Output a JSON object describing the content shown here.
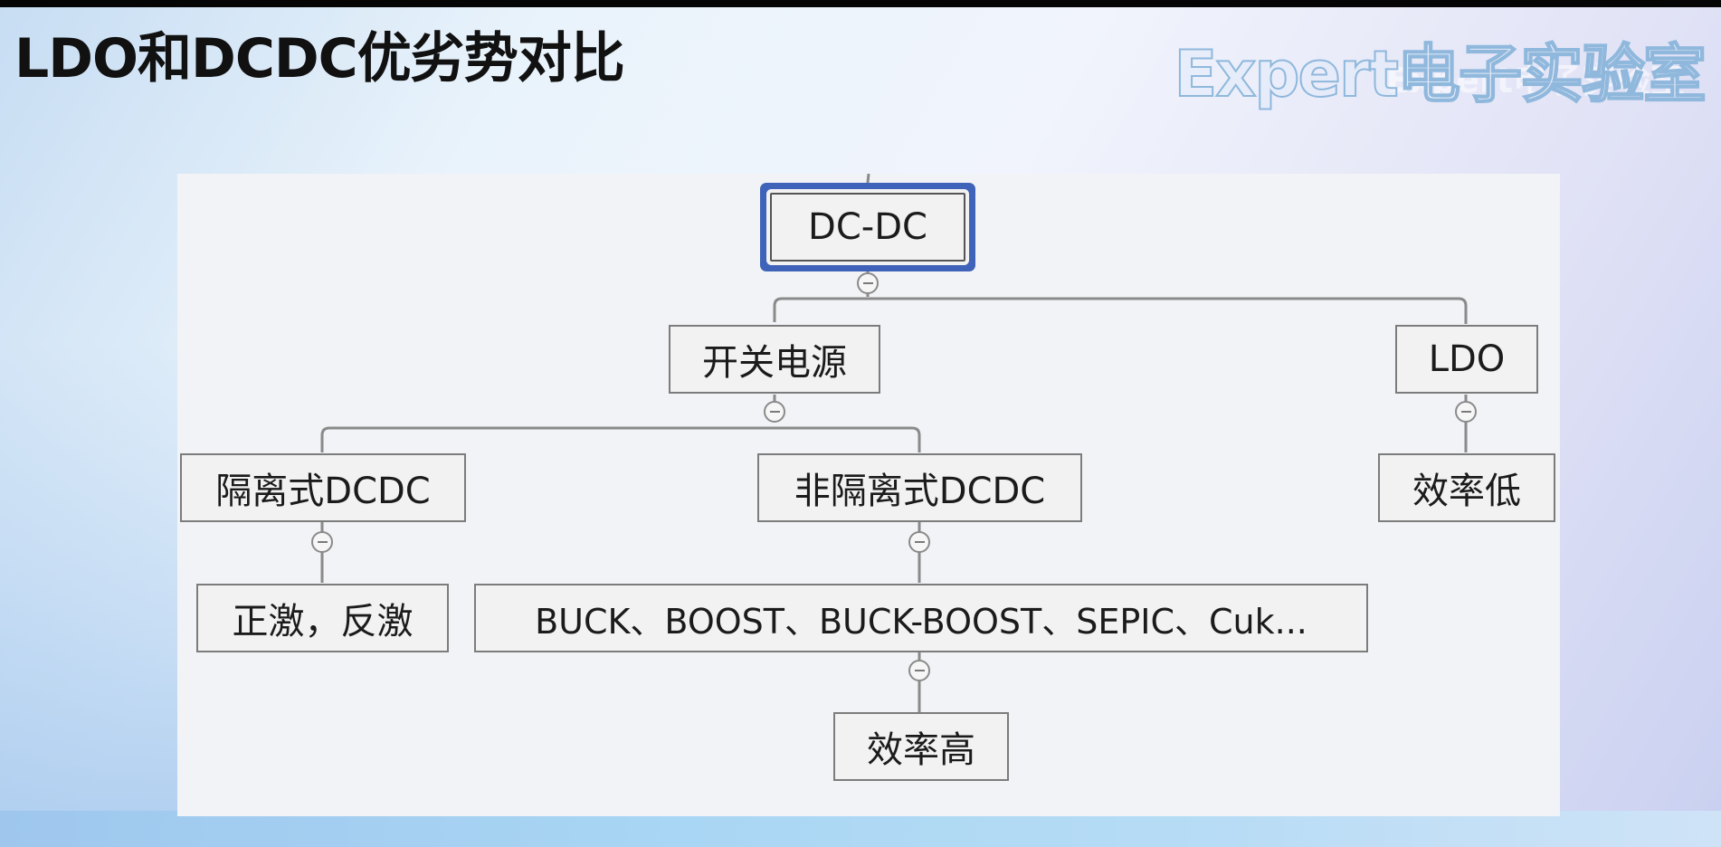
{
  "slide": {
    "title": "LDO和DCDC优劣势对比",
    "watermark": "Expert电子实验室",
    "watermark_ghost": "Expert电子实验室"
  },
  "mindmap": {
    "root": "DC-DC",
    "switching": "开关电源",
    "ldo": "LDO",
    "isolated": "隔离式DCDC",
    "non_isolated": "非隔离式DCDC",
    "ldo_efficiency": "效率低",
    "isolated_types": "正激，反激",
    "non_isolated_types": "BUCK、BOOST、BUCK-BOOST、SEPIC、Cuk...",
    "non_isolated_efficiency": "效率高"
  },
  "colors": {
    "selection": "#3f63b8",
    "node_border": "#7c7c7c",
    "connector": "#8a8a8a",
    "panel": "#f2f3f6"
  },
  "icons": {
    "collapse": "minus-circle-icon"
  }
}
